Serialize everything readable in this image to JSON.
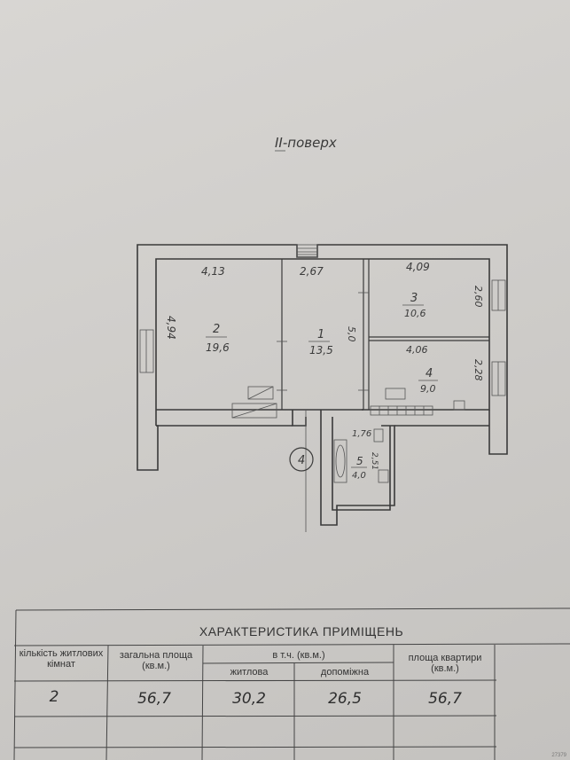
{
  "floor_title": "ІІ-поверх",
  "plan": {
    "rooms": [
      {
        "number": "2",
        "area": "19,6"
      },
      {
        "number": "1",
        "area": "13,5"
      },
      {
        "number": "3",
        "area": "10,6"
      },
      {
        "number": "4",
        "area": "9,0"
      },
      {
        "number": "5",
        "area": "4,0"
      }
    ],
    "dimensions": {
      "room2_width": "4,13",
      "room2_height": "4,94",
      "room1_width": "2,67",
      "room1_height": "5,0",
      "room3_width": "4,09",
      "room3_height": "2,60",
      "room4_width": "4,06",
      "room4_height": "2,28",
      "room5_width": "1,76",
      "room5_height": "2,51"
    },
    "apartment_marker": "4"
  },
  "table": {
    "title": "ХАРАКТЕРИСТИКА ПРИМІЩЕНЬ",
    "headers": {
      "rooms_count": "кількість житлових кімнат",
      "total_area": "загальна площа (кв.м.)",
      "including": "в т.ч. (кв.м.)",
      "living": "житлова",
      "auxiliary": "допоміжна",
      "apartment_area": "площа квартири (кв.м.)"
    },
    "values": {
      "rooms_count": "2",
      "total_area": "56,7",
      "living": "30,2",
      "auxiliary": "26,5",
      "apartment_area": "56,7"
    }
  },
  "corner_code": "27379"
}
